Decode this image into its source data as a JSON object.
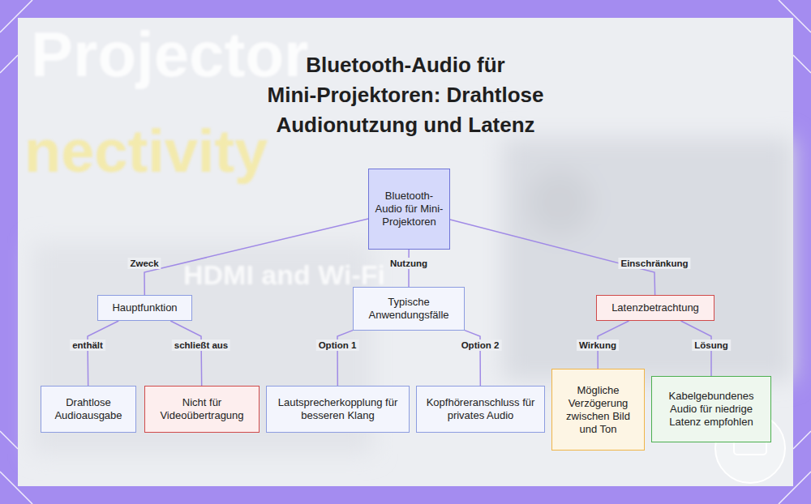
{
  "diagram": {
    "title": "Bluetooth-Audio für Mini-Projektoren: Drahtlose Audionutzung und Latenz",
    "nodes": [
      {
        "text": [
          "Bluetooth-Audio für Mini-Projektoren"
        ]
      },
      {
        "text": [
          "Hauptfunktion"
        ]
      },
      {
        "text": [
          "Typische Anwendungsfälle"
        ]
      },
      {
        "text": [
          "Latenzbetrachtung"
        ]
      },
      {
        "text": [
          "Drahtlose Audioausgabe"
        ]
      },
      {
        "text": [
          "Nicht für Videoübertragung"
        ]
      },
      {
        "text": [
          "Lautsprecherkopplung für besseren Klang"
        ]
      },
      {
        "text": [
          "Kopfhöreranschluss für privates Audio"
        ]
      },
      {
        "text": [
          "Mögliche Verzögerung zwischen Bild und Ton"
        ]
      },
      {
        "text": [
          "Kabelgebundenes Audio für niedrige Latenz empfohlen"
        ]
      }
    ],
    "edges": [
      {
        "from": 0,
        "to": 1,
        "label": "Zweck",
        "arrow": "none"
      },
      {
        "from": 0,
        "to": 2,
        "label": "Nutzung",
        "arrow": "none"
      },
      {
        "from": 0,
        "to": 3,
        "label": "Einschränkung",
        "arrow": "none"
      },
      {
        "from": 1,
        "to": 4,
        "label": "enthält",
        "arrow": "none"
      },
      {
        "from": 1,
        "to": 5,
        "label": "schließt aus",
        "arrow": "none"
      },
      {
        "from": 2,
        "to": 6,
        "label": "Option 1",
        "arrow": "none"
      },
      {
        "from": 2,
        "to": 7,
        "label": "Option 2",
        "arrow": "none"
      },
      {
        "from": 3,
        "to": 8,
        "label": "Wirkung",
        "arrow": "none"
      },
      {
        "from": 3,
        "to": 9,
        "label": "Lösung",
        "arrow": "none"
      }
    ],
    "labels": [
      "Projector",
      "nectivity",
      "HDMI and Wi-Fi"
    ]
  }
}
